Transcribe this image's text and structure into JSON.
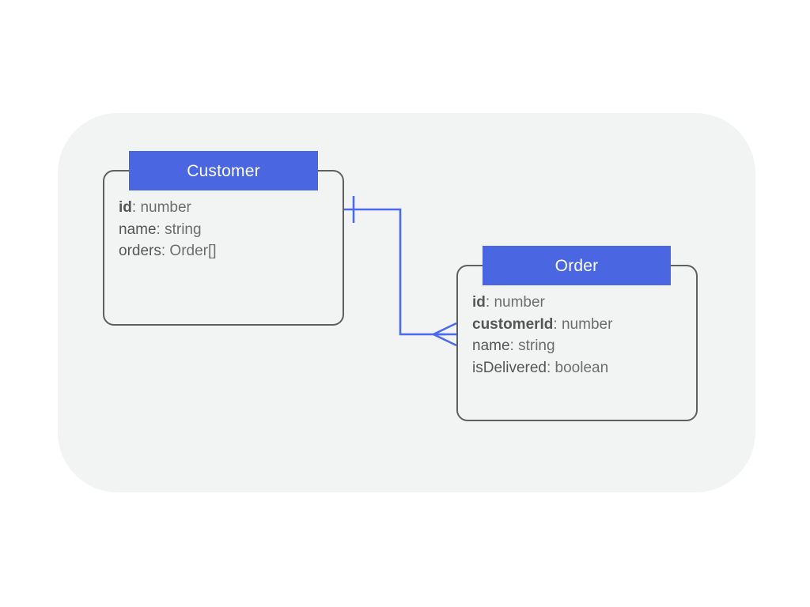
{
  "diagram": {
    "kind": "entity-relationship-diagram",
    "panel_background": "#f2f3f3",
    "accent_color": "#4a66e0",
    "entity_border_color": "#5f5f5f",
    "text_color": "#636363",
    "entities": [
      {
        "id": "customer",
        "title": "Customer",
        "attributes": [
          {
            "name": "id",
            "type": "number",
            "key": true
          },
          {
            "name": "name",
            "type": "string",
            "key": false
          },
          {
            "name": "orders",
            "type": "Order[]",
            "key": false
          }
        ]
      },
      {
        "id": "order",
        "title": "Order",
        "attributes": [
          {
            "name": "id",
            "type": "number",
            "key": true
          },
          {
            "name": "customerId",
            "type": "number",
            "key": true
          },
          {
            "name": "name",
            "type": "string",
            "key": false
          },
          {
            "name": "isDelivered",
            "type": "boolean",
            "key": false
          }
        ]
      }
    ],
    "relationship": {
      "from": "Customer",
      "to": "Order",
      "from_cardinality": "one",
      "to_cardinality": "many",
      "notation": "crows-foot",
      "line_color": "#4a6af0"
    }
  }
}
